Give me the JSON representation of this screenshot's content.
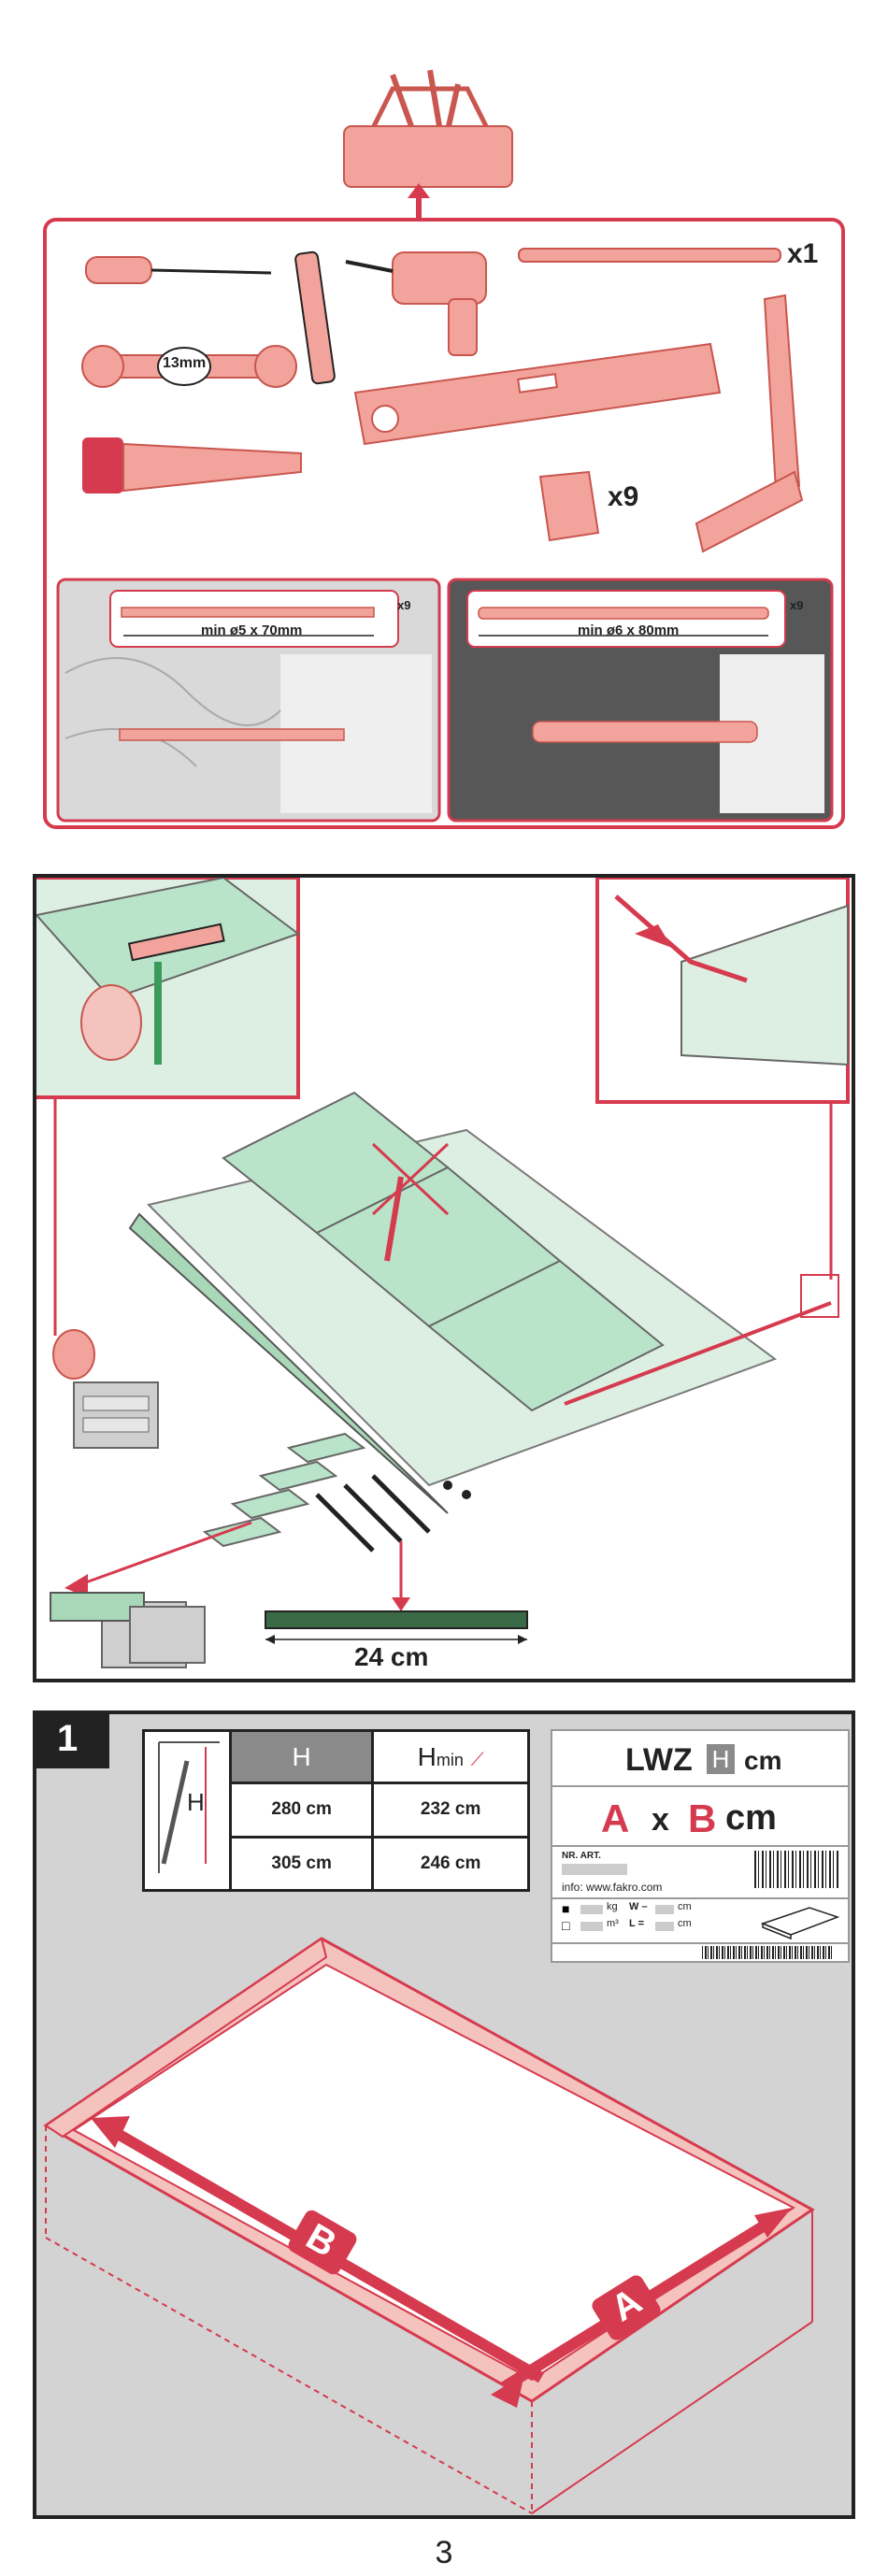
{
  "tools": {
    "wrench_size": "13mm",
    "drill_bit_qty": "x1",
    "shims_qty": "x9"
  },
  "fasteners": {
    "wood": {
      "label": "min ø5 x 70mm",
      "qty": "x9"
    },
    "concrete": {
      "label": "min ø6 x 80mm",
      "qty": "x9"
    }
  },
  "step_prep": {
    "cut_length": "24 cm"
  },
  "step1": {
    "number": "1",
    "table": {
      "h_header": "H",
      "hmin_header": "H",
      "hmin_sub": "min",
      "diagram_label": "H",
      "rows": [
        {
          "h": "280 cm",
          "hmin": "232 cm"
        },
        {
          "h": "305 cm",
          "hmin": "246 cm"
        }
      ]
    },
    "label_card": {
      "model": "LWZ",
      "model_box": "H",
      "unit": "cm",
      "dim_a": "A",
      "dim_x": "x",
      "dim_b": "B",
      "dim_unit": "cm",
      "nr_art": "NR. ART.",
      "info": "info: www.fakro.com",
      "weight_unit": "kg",
      "w_prefix": "W –",
      "w_unit": "cm",
      "vol_unit": "m³",
      "l_prefix": "L =",
      "l_unit": "cm"
    },
    "opening_label_a": "A",
    "opening_label_b": "B"
  },
  "page_number": "3",
  "colors": {
    "accent": "#d63a4e",
    "pink_fill": "#f2a39b",
    "green": "#b9e4c9",
    "grey_bg": "#d3d3d3"
  }
}
